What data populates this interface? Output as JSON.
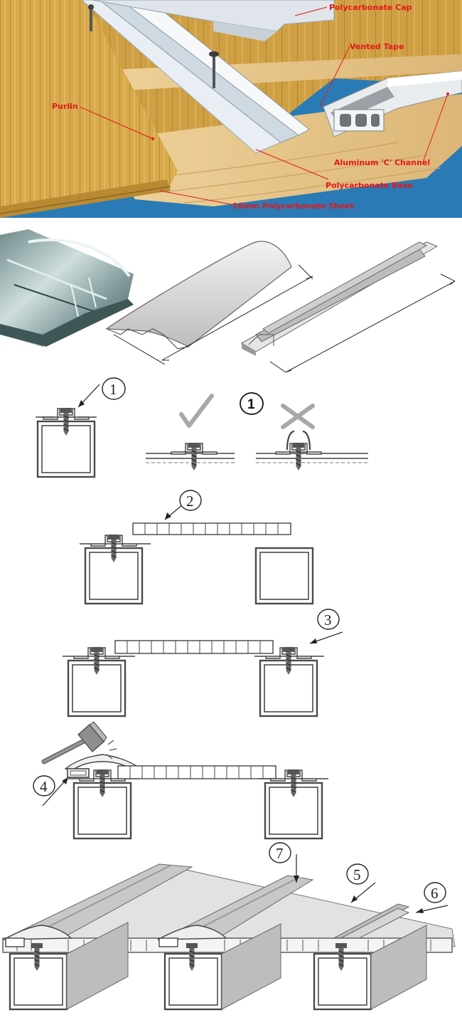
{
  "colors": {
    "sky": "#2a7bb5",
    "sheet_gold": "#d3a645",
    "timber": "#e8c98e",
    "callout_red": "#e4181b",
    "line_art": "#4a4a4a",
    "fill_grey": "#d9d9d9"
  },
  "callouts": {
    "cap": "Polycarbonate Cap",
    "tape": "Vented Tape",
    "purlin": "Purlin",
    "channel": "Aluminum 'C' Channel",
    "base": "Polycarbonate Base",
    "sheet": "16mm Polycarbonate Sheet"
  },
  "steps": {
    "s1_left": "1",
    "s1_mid": "1",
    "s2": "2",
    "s3": "3",
    "s4": "4",
    "s5": "5",
    "s6": "6",
    "s7": "7"
  },
  "icons": {
    "ok": "check-mark-icon",
    "wrong": "cross-mark-icon",
    "tool": "hammer-icon"
  }
}
